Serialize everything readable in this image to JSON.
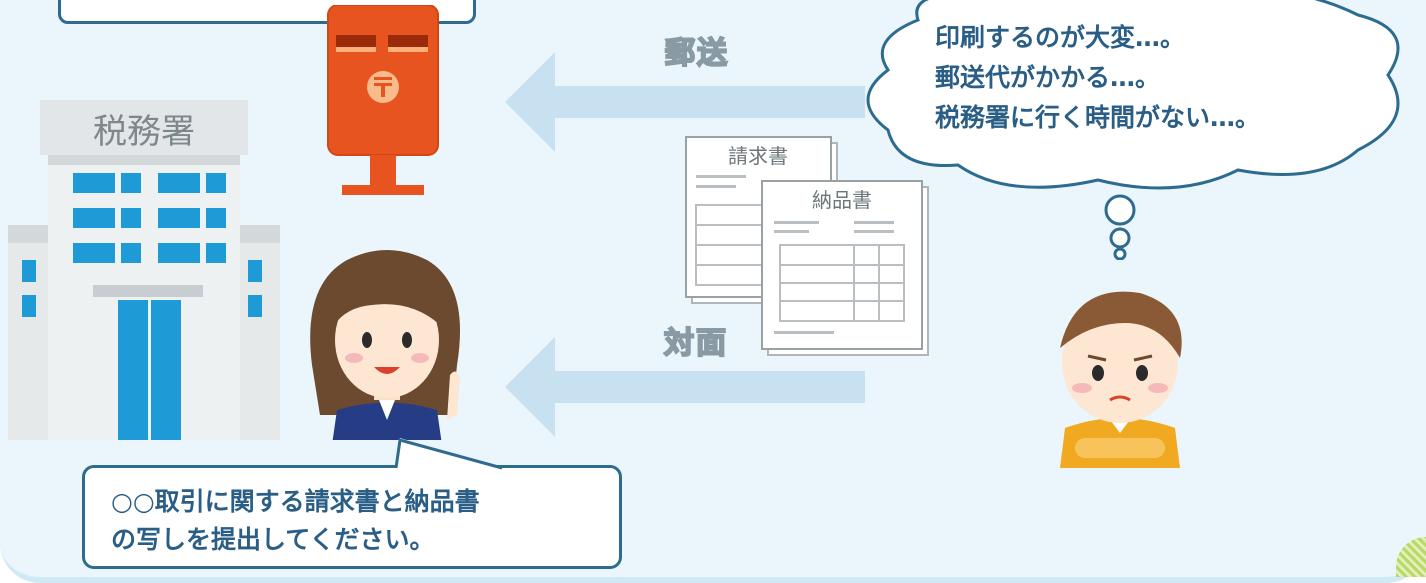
{
  "tax_office": {
    "sign": "税務署"
  },
  "arrows": {
    "mail_label": "郵送",
    "in_person_label": "対面"
  },
  "documents": {
    "invoice_title": "請求書",
    "delivery_note_title": "納品書"
  },
  "thought_bubble": {
    "lines": [
      "印刷するのが大変…。",
      "郵送代がかかる…。",
      "税務署に行く時間がない…。"
    ]
  },
  "speech_bubble": {
    "lines": [
      "○○取引に関する請求書と納品書",
      "の写しを提出してください。"
    ]
  },
  "colors": {
    "accent_text": "#2a5e86",
    "arrow": "#c8e1f0",
    "mailbox": "#e8541f",
    "building": "#1e9ad6"
  }
}
